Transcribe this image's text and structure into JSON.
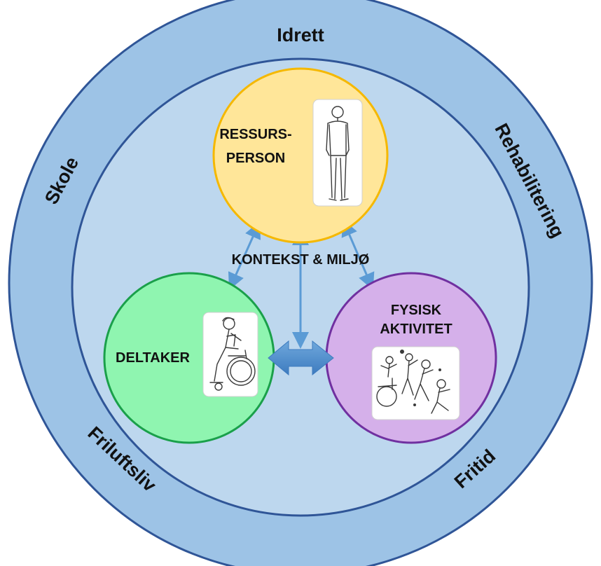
{
  "outer_ring": {
    "top": "Idrett",
    "left": "Skole",
    "right": "Rehabilitering",
    "bottom_left": "Friluftsliv",
    "bottom_right": "Fritid"
  },
  "center": {
    "label": "KONTEKST & MILJØ"
  },
  "nodes": {
    "resource_person": {
      "line1": "RESSURS-",
      "line2": "PERSON",
      "icon": "standing-man-icon"
    },
    "participant": {
      "label": "DELTAKER",
      "icon": "wheelchair-user-icon"
    },
    "activity": {
      "line1": "FYSISK",
      "line2": "AKTIVITET",
      "icon": "group-play-icon"
    }
  },
  "colors": {
    "outer_fill": "#9dc3e6",
    "outer_stroke": "#2f5597",
    "inner_fill": "#bdd7ee",
    "resource_fill": "#ffe699",
    "resource_stroke": "#f5b800",
    "participant_fill": "#8ff5b0",
    "participant_stroke": "#1aa04a",
    "activity_fill": "#d5b0ea",
    "activity_stroke": "#7030a0",
    "arrow": "#5b9bd5"
  }
}
